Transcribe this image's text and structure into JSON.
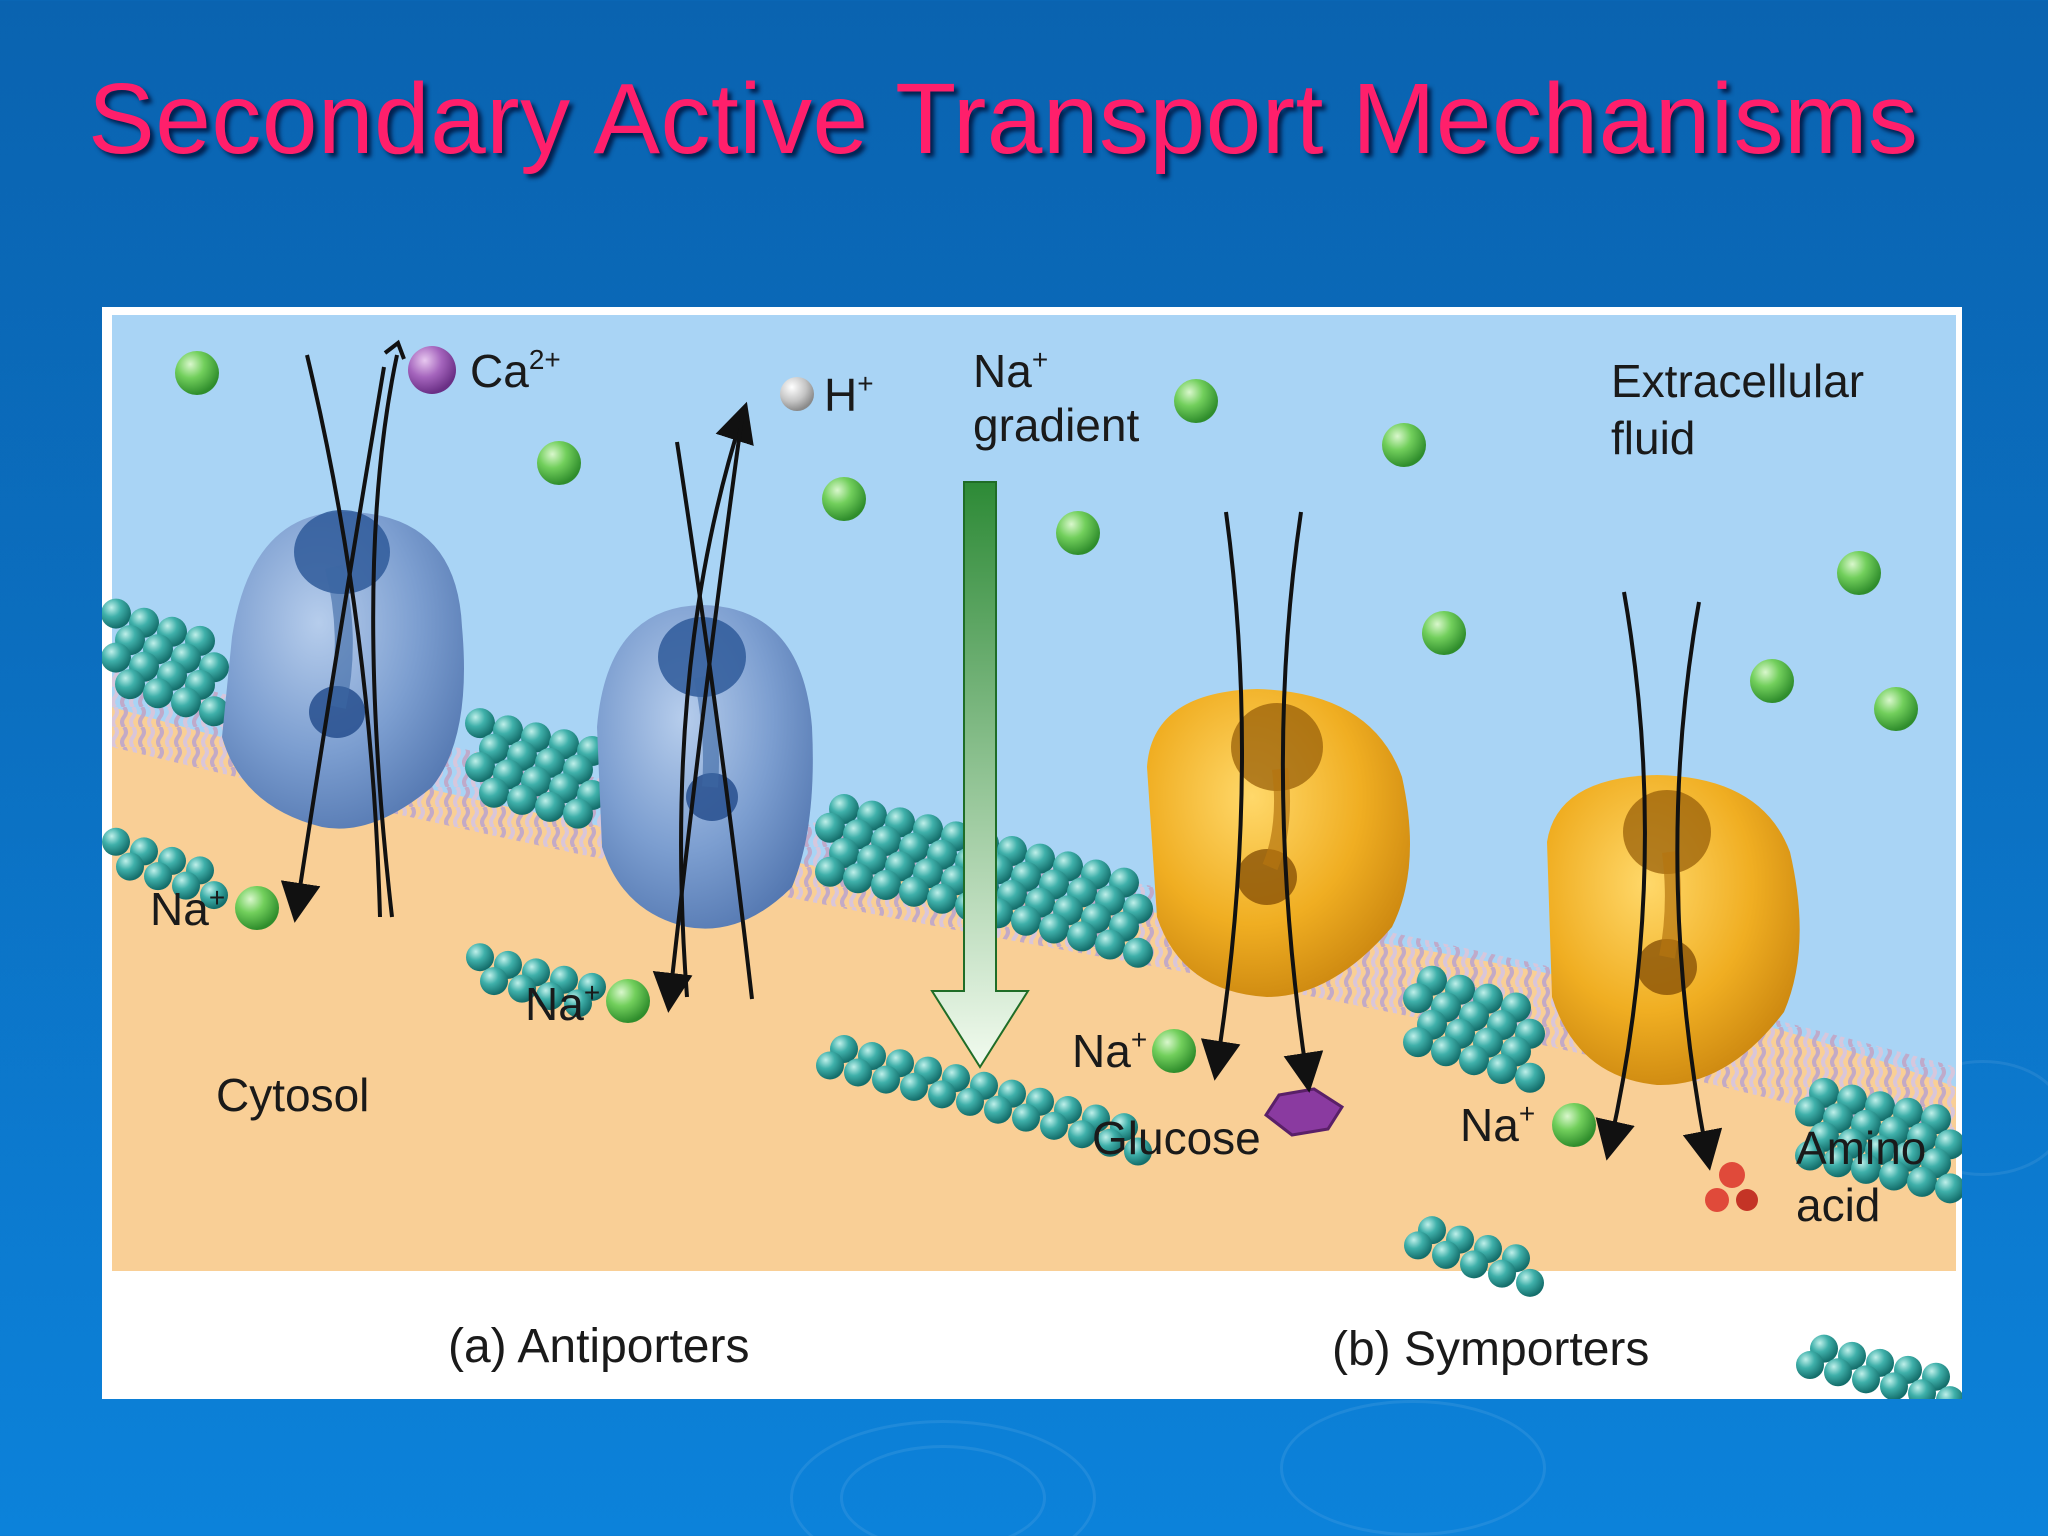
{
  "slide": {
    "title": "Secondary Active Transport Mechanisms"
  },
  "figure": {
    "regions": {
      "extracellular": "Extracellular",
      "extracellular_2": "fluid",
      "cytosol": "Cytosol"
    },
    "gradient": {
      "label_line1": "Na",
      "label_sup": "+",
      "label_line2": "gradient"
    },
    "ions": {
      "na": "Na",
      "na_charge": "+",
      "ca": "Ca",
      "ca_charge": "2+",
      "h": "H",
      "h_charge": "+"
    },
    "solutes": {
      "glucose": "Glucose",
      "amino_line1": "Amino",
      "amino_line2": "acid"
    },
    "captions": {
      "antiporters": "(a) Antiporters",
      "symporters": "(b) Symporters"
    },
    "colors": {
      "extracellular_bg": "#a9d4f5",
      "cytosol_bg": "#f9cf96",
      "head_group": "#2f9e9a",
      "antiporter_protein": "#6f94c9",
      "symporter_protein": "#eda91f",
      "sodium_ion": "#5cc24a",
      "calcium_ion": "#9a56b0",
      "hydrogen_ion": "#b9b9b9",
      "glucose": "#8a3aa0",
      "amino_acid": "#e04a3a",
      "title": "#ff1f6b"
    }
  }
}
